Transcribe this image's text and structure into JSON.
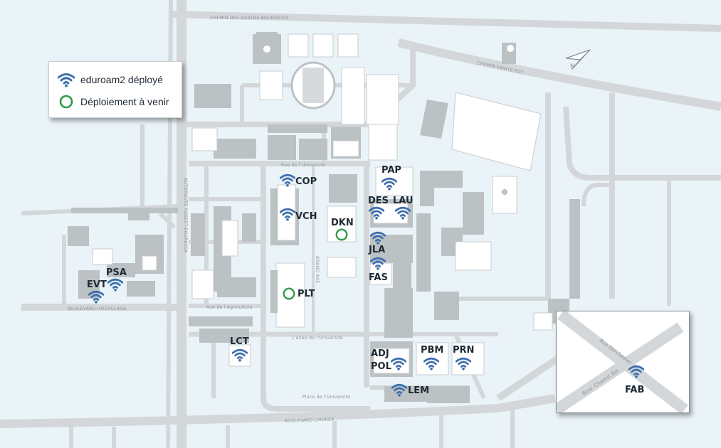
{
  "legend": {
    "deployed_label": "eduroam2 déployé",
    "upcoming_label": "Déploiement à venir"
  },
  "colors": {
    "wifi": "#3f6fae",
    "upcoming": "#2e9a48",
    "background": "#e9f3f8"
  },
  "streets": {
    "quatre_bourgeois": "CHEMIN DES QUATRE-BOURGEOIS",
    "sainte_foy": "CHEMIN SAINTE-FOY",
    "hochelaga": "BOULEVARD HOCHELAGA",
    "laurier": "BOULEVARD LAURIER",
    "robert_bourassa": "AUTOROUTE ROBERT-BOURASSA",
    "allee": "L'Allée de l'Université",
    "grand_axe": "GRAND AXE",
    "place": "Place de l'Université",
    "agriculture": "Rue de l'Agriculture",
    "universite": "Rue de l'Université",
    "dorchester": "Rue Dorchester",
    "charest": "Boul. Charest Est"
  },
  "buildings": [
    {
      "code": "COP",
      "status": "deployed"
    },
    {
      "code": "VCH",
      "status": "deployed"
    },
    {
      "code": "DKN",
      "status": "upcoming"
    },
    {
      "code": "PLT",
      "status": "upcoming"
    },
    {
      "code": "PAP",
      "status": "deployed"
    },
    {
      "code": "DES",
      "status": "deployed"
    },
    {
      "code": "LAU",
      "status": "deployed"
    },
    {
      "code": "JLA",
      "status": "deployed"
    },
    {
      "code": "FAS",
      "status": "deployed"
    },
    {
      "code": "PSA",
      "status": "deployed"
    },
    {
      "code": "EVT",
      "status": "deployed"
    },
    {
      "code": "LCT",
      "status": "deployed"
    },
    {
      "code": "ADJ",
      "status": "deployed"
    },
    {
      "code": "POL",
      "status": "deployed"
    },
    {
      "code": "PBM",
      "status": "deployed"
    },
    {
      "code": "PRN",
      "status": "deployed"
    },
    {
      "code": "LEM",
      "status": "deployed"
    }
  ],
  "inset": {
    "building": {
      "code": "FAB",
      "status": "deployed"
    }
  }
}
